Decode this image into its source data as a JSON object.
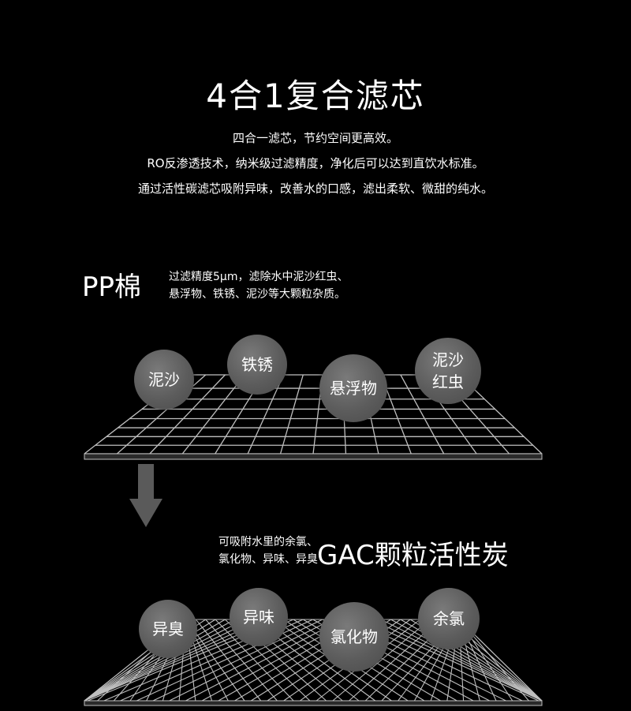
{
  "title": "4合1复合滤芯",
  "intro": [
    "四合一滤芯，节约空间更高效。",
    "RO反渗透技术，纳米级过滤精度，净化后可以达到直饮水标准。",
    "通过活性碳滤芯吸附异味，改善水的口感，滤出柔软、微甜的纯水。"
  ],
  "pp": {
    "title": "PP棉",
    "desc": [
      "过滤精度5μm，滤除水中泥沙红虫、",
      "悬浮物、铁锈、泥沙等大颗粒杂质。"
    ],
    "bubbles": [
      {
        "label": "泥沙"
      },
      {
        "label": "铁锈"
      },
      {
        "label": "悬浮物"
      },
      {
        "label": "泥沙\n红虫"
      }
    ]
  },
  "gac": {
    "title": "GAC颗粒活性炭",
    "desc": [
      "可吸附水里的余氯、",
      "氯化物、异味、异臭"
    ],
    "bubbles": [
      {
        "label": "异臭"
      },
      {
        "label": "异味"
      },
      {
        "label": "氯化物"
      },
      {
        "label": "余氯"
      }
    ]
  },
  "colors": {
    "background": "#000000",
    "bubble": "#5c5c5c",
    "grid_line": "#bfbfbf",
    "arrow": "#5a5a5a"
  },
  "icons": {
    "arrow": "down-arrow-icon"
  }
}
